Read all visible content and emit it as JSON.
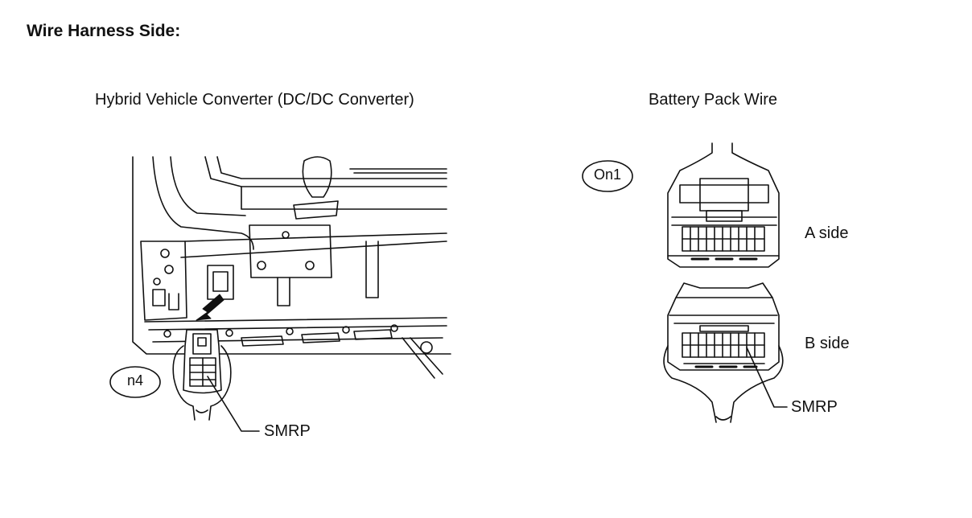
{
  "heading": "Wire Harness Side:",
  "left_panel": {
    "title": "Hybrid Vehicle Converter (DC/DC Converter)",
    "connector_tag": "n4",
    "pin_label": "SMRP"
  },
  "right_panel": {
    "title": "Battery Pack Wire",
    "connector_tag": "On1",
    "a_side_label": "A side",
    "b_side_label": "B side",
    "pin_label": "SMRP"
  }
}
